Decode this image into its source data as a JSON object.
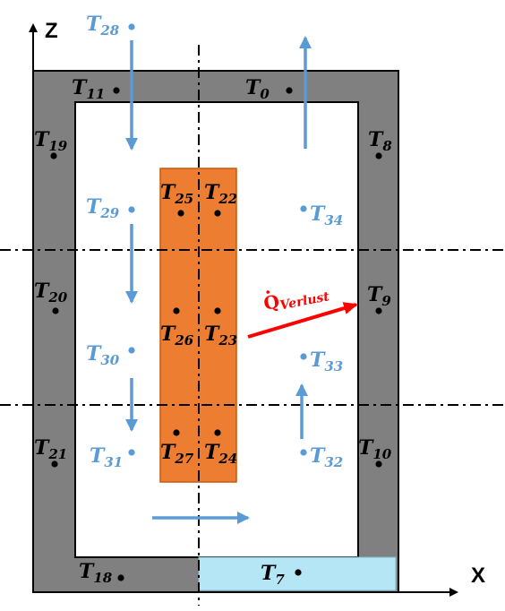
{
  "axes": {
    "z_label": "Z",
    "x_label": "X"
  },
  "heat_loss": {
    "prefix": "Q",
    "subscript": "Verlust",
    "color": "#ff0000"
  },
  "colors": {
    "wall": "#808080",
    "heater": "#ed7d31",
    "base_zone": "#b4e6f5",
    "flow": "#5b9bd5",
    "outline": "#000000"
  },
  "wall_sensors": [
    {
      "id": "t11",
      "base": "T",
      "sub": "11"
    },
    {
      "id": "t0",
      "base": "T",
      "sub": "0"
    },
    {
      "id": "t19",
      "base": "T",
      "sub": "19"
    },
    {
      "id": "t8",
      "base": "T",
      "sub": "8"
    },
    {
      "id": "t20",
      "base": "T",
      "sub": "20"
    },
    {
      "id": "t9",
      "base": "T",
      "sub": "9"
    },
    {
      "id": "t21",
      "base": "T",
      "sub": "21"
    },
    {
      "id": "t10",
      "base": "T",
      "sub": "10"
    },
    {
      "id": "t18",
      "base": "T",
      "sub": "18"
    },
    {
      "id": "t7",
      "base": "T",
      "sub": "7"
    }
  ],
  "heater_sensors": [
    {
      "id": "t25",
      "base": "T",
      "sub": "25"
    },
    {
      "id": "t22",
      "base": "T",
      "sub": "22"
    },
    {
      "id": "t26",
      "base": "T",
      "sub": "26"
    },
    {
      "id": "t23",
      "base": "T",
      "sub": "23"
    },
    {
      "id": "t27",
      "base": "T",
      "sub": "27"
    },
    {
      "id": "t24",
      "base": "T",
      "sub": "24"
    }
  ],
  "air_sensors": [
    {
      "id": "t28",
      "base": "T",
      "sub": "28"
    },
    {
      "id": "t29",
      "base": "T",
      "sub": "29"
    },
    {
      "id": "t30",
      "base": "T",
      "sub": "30"
    },
    {
      "id": "t31",
      "base": "T",
      "sub": "31"
    },
    {
      "id": "t34",
      "base": "T",
      "sub": "34"
    },
    {
      "id": "t33",
      "base": "T",
      "sub": "33"
    },
    {
      "id": "t32",
      "base": "T",
      "sub": "32"
    }
  ]
}
